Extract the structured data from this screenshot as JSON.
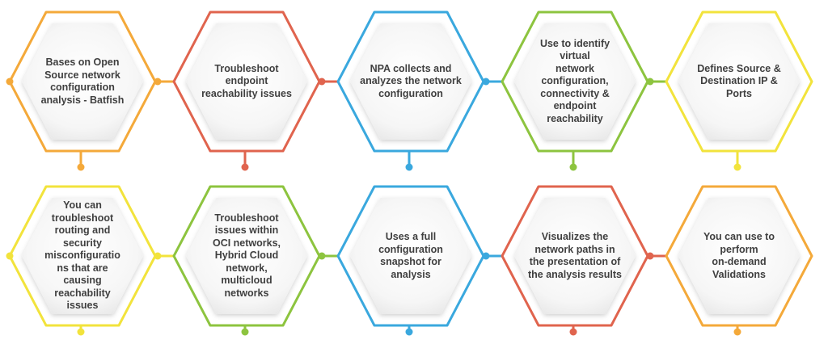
{
  "rows": [
    {
      "items": [
        {
          "text": "Bases on Open\nSource network\nconfiguration\nanalysis - Batfish",
          "color": "#F4A93A"
        },
        {
          "text": "Troubleshoot\nendpoint\nreachability issues",
          "color": "#E0644E"
        },
        {
          "text": "NPA collects and\nanalyzes the network\nconfiguration",
          "color": "#3AA8DE"
        },
        {
          "text": "Use to identify\nvirtual\nnetwork\nconfiguration,\nconnectivity &\nendpoint\nreachability",
          "color": "#8DC43F"
        },
        {
          "text": "Defines Source &\nDestination IP &\nPorts",
          "color": "#F2E33C"
        }
      ]
    },
    {
      "items": [
        {
          "text": "You can\ntroubleshoot\nrouting and\nsecurity\nmisconfiguratio\nns that are\ncausing\nreachability\nissues",
          "color": "#F2E33C"
        },
        {
          "text": "Troubleshoot\nissues within\nOCI networks,\nHybrid Cloud\nnetwork,\nmulticloud\nnetworks",
          "color": "#8DC43F"
        },
        {
          "text": "Uses a full\nconfiguration\nsnapshot for\nanalysis",
          "color": "#3AA8DE"
        },
        {
          "text": "Visualizes the\nnetwork paths in\nthe presentation of\nthe analysis results",
          "color": "#E0644E"
        },
        {
          "text": "You can use to\nperform\non-demand\nValidations",
          "color": "#F4A93A"
        }
      ]
    }
  ]
}
